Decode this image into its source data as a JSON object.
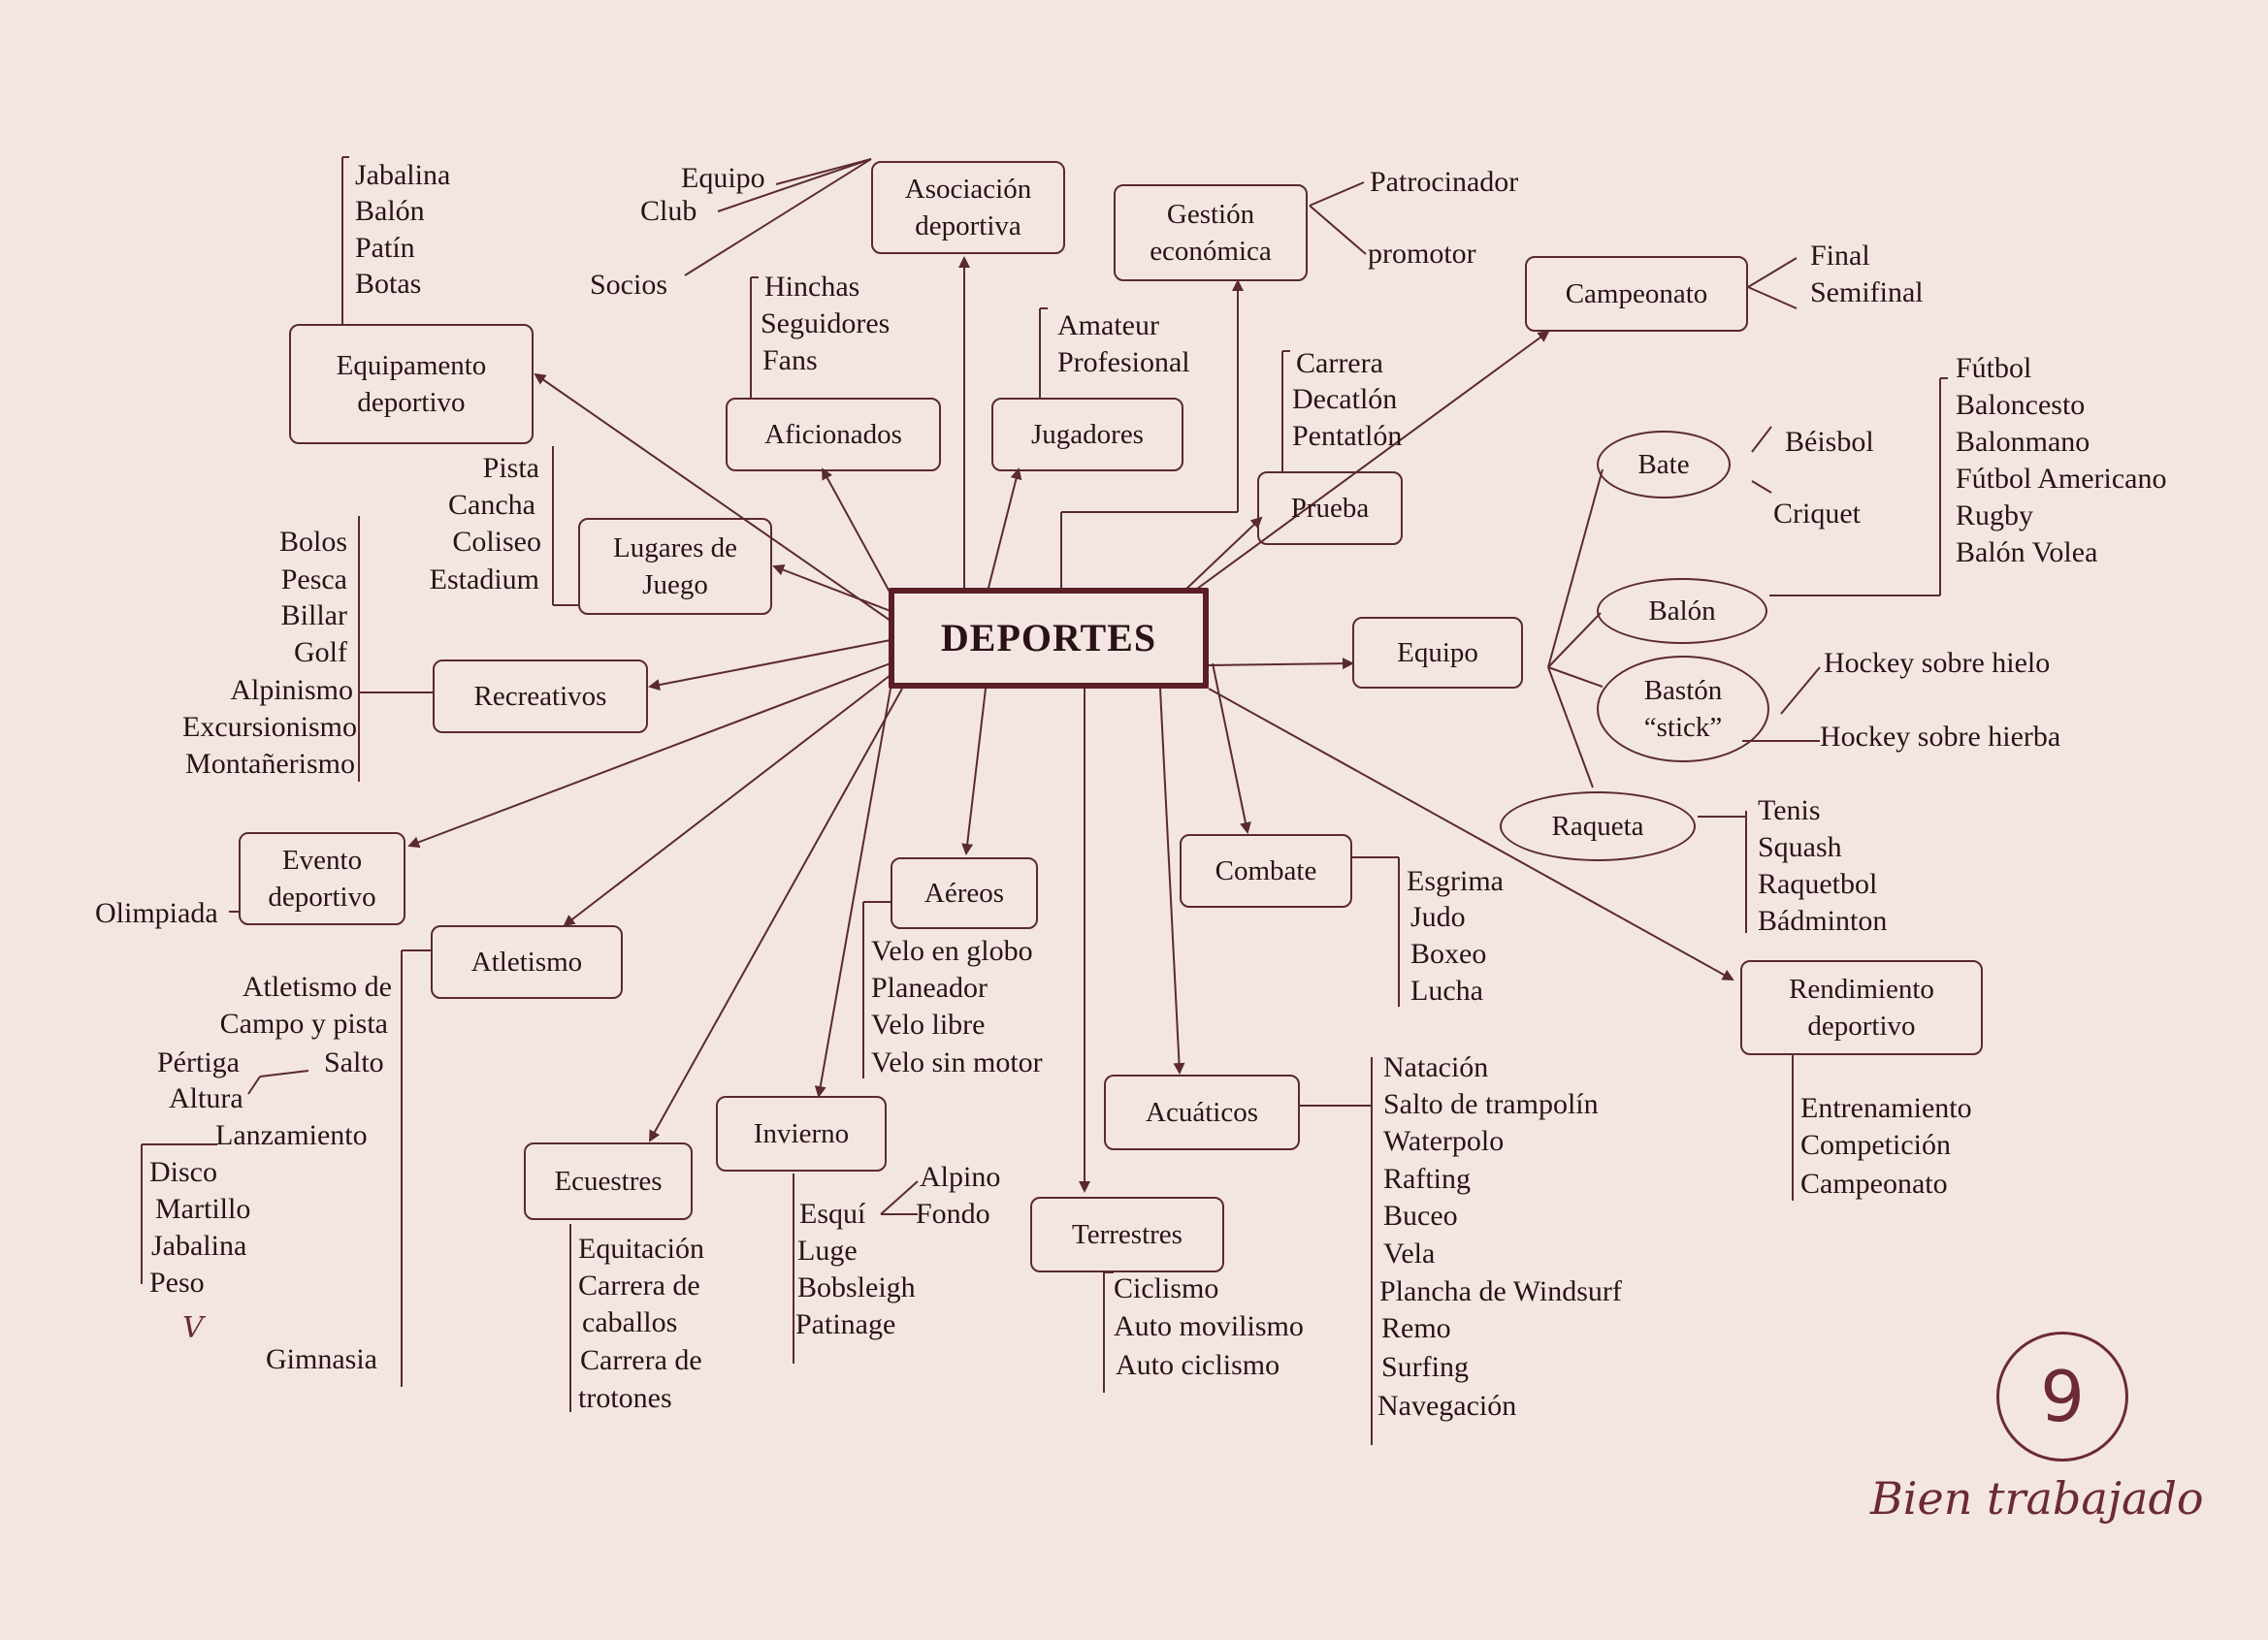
{
  "center": "DEPORTES",
  "nodes": {
    "equipamento": "Equipamento\ndeportivo",
    "asociacion": "Asociación\ndeportiva",
    "gestion": "Gestión\neconómica",
    "campeonato": "Campeonato",
    "aficionados": "Aficionados",
    "jugadores": "Jugadores",
    "prueba": "Prueba",
    "lugares": "Lugares de\nJuego",
    "recreativos": "Recreativos",
    "evento": "Evento\ndeportivo",
    "atletismo": "Atletismo",
    "aereos": "Aéreos",
    "combate": "Combate",
    "equipo": "Equipo",
    "bate": "Bate",
    "balon": "Balón",
    "baston": "Bastón\n“stick”",
    "raqueta": "Raqueta",
    "rendimiento": "Rendimiento\ndeportivo",
    "invierno": "Invierno",
    "ecuestres": "Ecuestres",
    "acuaticos": "Acuáticos",
    "terrestres": "Terrestres"
  },
  "lists": {
    "equipamento": [
      "Jabalina",
      "Balón",
      "Patín",
      "Botas"
    ],
    "asociacion": [
      "Equipo",
      "Club",
      "Socios"
    ],
    "gestion": [
      "Patrocinador",
      "promotor"
    ],
    "campeonato": [
      "Final",
      "Semifinal"
    ],
    "aficionados": [
      "Hinchas",
      "Seguidores",
      "Fans"
    ],
    "jugadores": [
      "Amateur",
      "Profesional"
    ],
    "prueba": [
      "Carrera",
      "Decatlón",
      "Pentatlón"
    ],
    "lugares": [
      "Pista",
      "Cancha",
      "Coliseo",
      "Estadium"
    ],
    "recreativos": [
      "Bolos",
      "Pesca",
      "Billar",
      "Golf",
      "Alpinismo",
      "Excursionismo",
      "Montañerismo"
    ],
    "evento": [
      "Olimpiada"
    ],
    "atletismo": [
      "Atletismo de",
      "Campo y pista",
      "Salto",
      "Pértiga",
      "Altura",
      "Lanzamiento",
      "Disco",
      "Martillo",
      "Jabalina",
      "Peso",
      "Gimnasia"
    ],
    "aereos": [
      "Velo en globo",
      "Planeador",
      "Velo libre",
      "Velo sin motor"
    ],
    "combate": [
      "Esgrima",
      "Judo",
      "Boxeo",
      "Lucha"
    ],
    "bate": [
      "Béisbol",
      "Criquet"
    ],
    "balon": [
      "Fútbol",
      "Baloncesto",
      "Balonmano",
      "Fútbol Americano",
      "Rugby",
      "Balón Volea"
    ],
    "baston": [
      "Hockey sobre hielo",
      "Hockey sobre hierba"
    ],
    "raqueta": [
      "Tenis",
      "Squash",
      "Raquetbol",
      "Bádminton"
    ],
    "rendimiento": [
      "Entrenamiento",
      "Competición",
      "Campeonato"
    ],
    "invierno": [
      "Esquí",
      "Alpino",
      "Fondo",
      "Luge",
      "Bobsleigh",
      "Patinage"
    ],
    "ecuestres": [
      "Equitación",
      "Carrera de",
      "caballos",
      "Carrera de",
      "trotones"
    ],
    "acuaticos": [
      "Natación",
      "Salto de trampolín",
      "Waterpolo",
      "Rafting",
      "Buceo",
      "Vela",
      "Plancha de Windsurf",
      "Remo",
      "Surfing",
      "Navegación"
    ],
    "terrestres": [
      "Ciclismo",
      "Auto movilismo",
      "Auto ciclismo"
    ]
  },
  "annotations": {
    "grade": "9",
    "comment": "Bien trabajado",
    "check": "V"
  },
  "colors": {
    "ink": "#5a2a30",
    "paper": "#f3e6e2",
    "pen": "#6b2a34"
  }
}
